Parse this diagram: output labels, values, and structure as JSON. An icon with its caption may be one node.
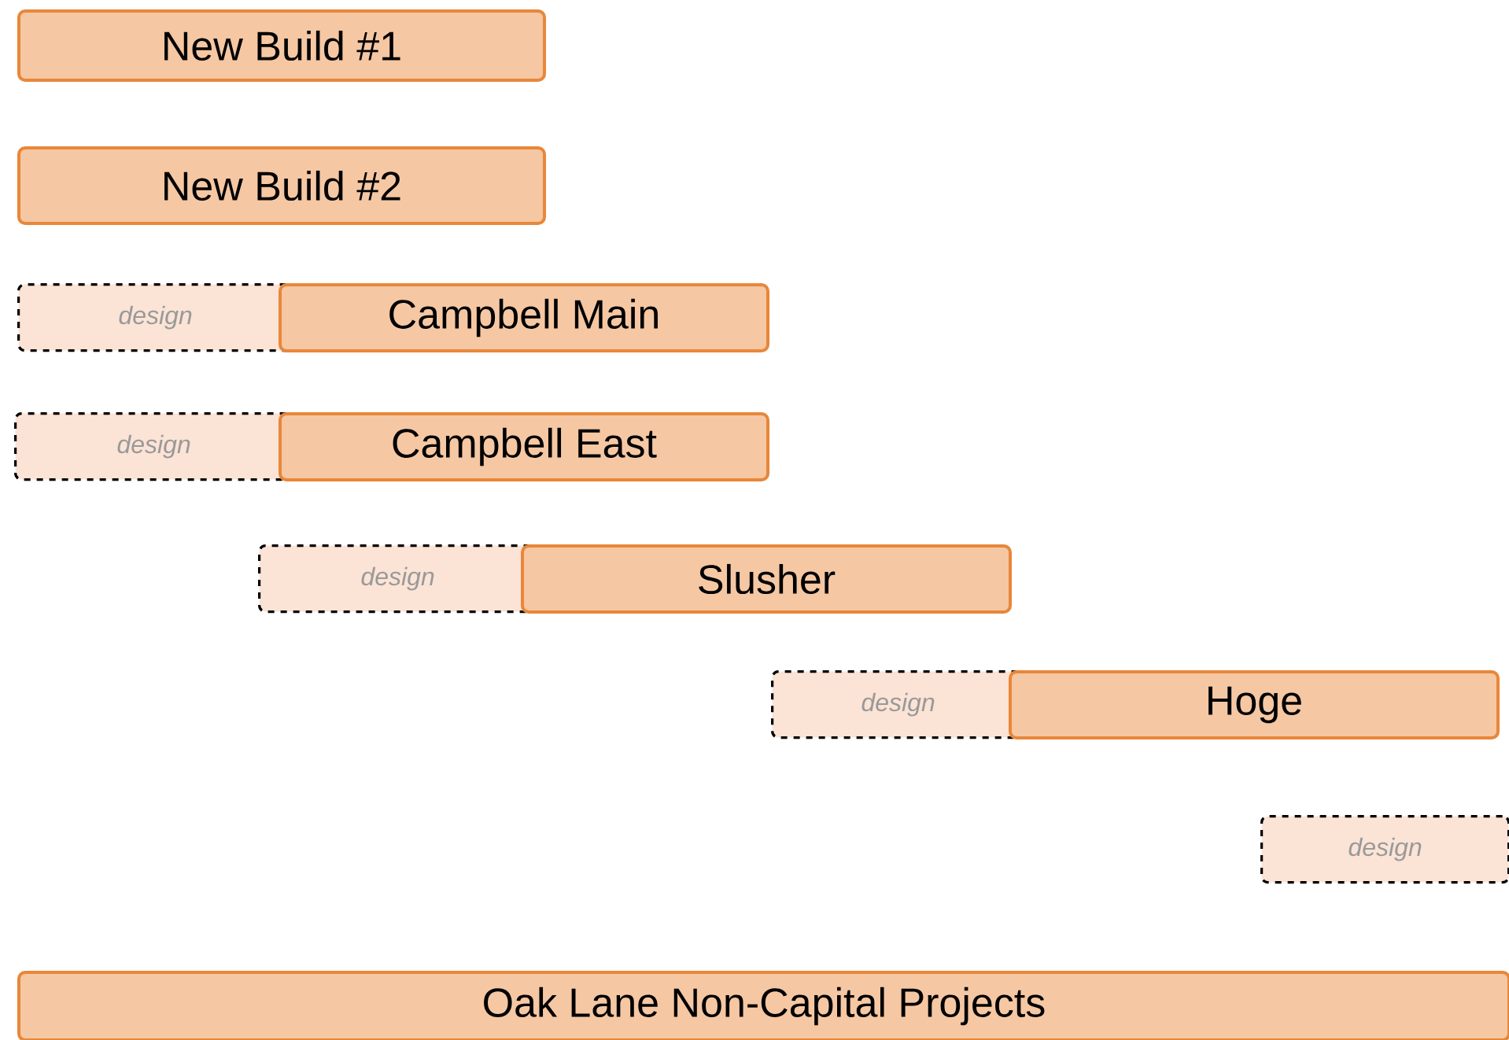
{
  "diagram": {
    "nodes": [
      {
        "text": [
          "New Build #1"
        ]
      },
      {
        "text": [
          "New Build #2"
        ]
      },
      {
        "text": [
          "design"
        ]
      },
      {
        "text": [
          "Campbell Main"
        ]
      },
      {
        "text": [
          "design"
        ]
      },
      {
        "text": [
          "Campbell East"
        ]
      },
      {
        "text": [
          "design"
        ]
      },
      {
        "text": [
          "Slusher"
        ]
      },
      {
        "text": [
          "design"
        ]
      },
      {
        "text": [
          "Hoge"
        ]
      },
      {
        "text": [
          "design"
        ]
      },
      {
        "text": [
          "Oak Lane Non-Capital Projects"
        ]
      }
    ]
  }
}
